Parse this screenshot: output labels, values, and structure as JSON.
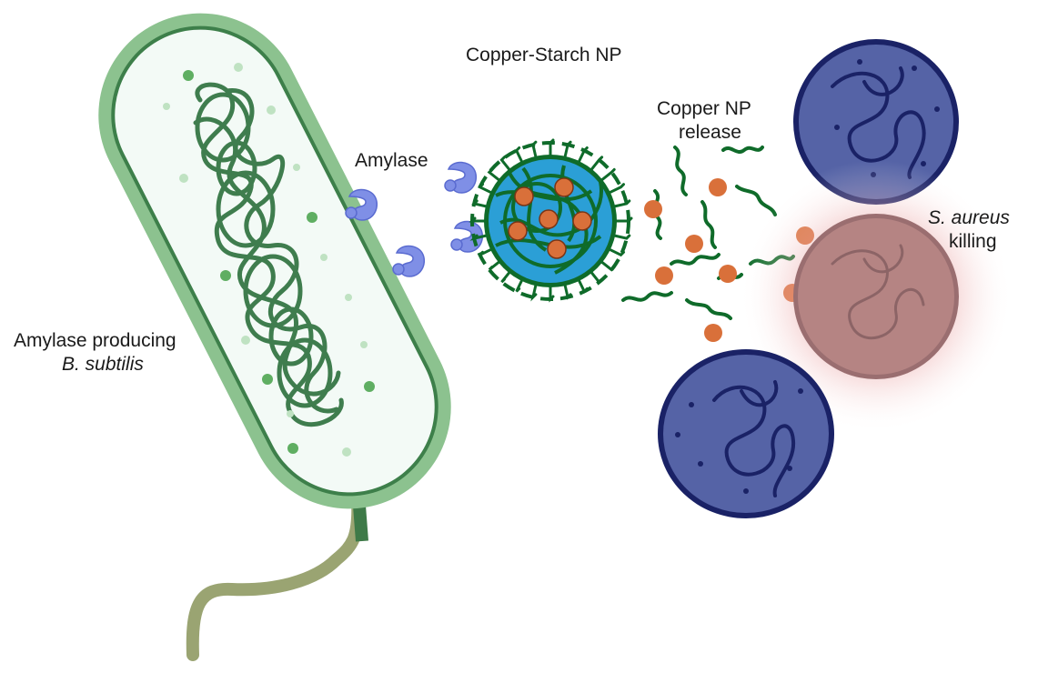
{
  "labels": {
    "copper_starch_np": "Copper-Starch NP",
    "amylase": "Amylase",
    "copper_np_release_line1": "Copper NP",
    "copper_np_release_line2": "release",
    "s_aureus_line1": "S. aureus",
    "s_aureus_line2": "killing",
    "bsubtilis_line1": "Amylase producing",
    "bsubtilis_line2": "B. subtilis"
  },
  "colors": {
    "bacillus_outer": "#8cc28f",
    "bacillus_inner": "#3d7f4a",
    "bacillus_fill": "#f3faf6",
    "dna_green": "#3f7d4e",
    "flagellum": "#9aa472",
    "amylase": "#7f8fe6",
    "starch_blue": "#2b9fd6",
    "starch_green": "#0f6b2a",
    "copper": "#d9703a",
    "saureus_fill": "#5563a6",
    "saureus_border": "#1a2266",
    "killed_fill": "#b58483",
    "killed_glow": "#e08a8a"
  }
}
